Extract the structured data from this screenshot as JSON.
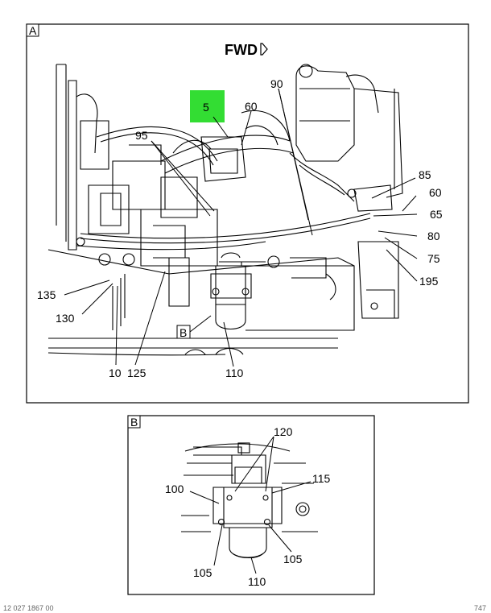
{
  "views": {
    "a": {
      "tag": "A",
      "forward_label": "FWD",
      "inset_ref": "B"
    },
    "b": {
      "tag": "B"
    }
  },
  "callouts": {
    "c5": "5",
    "c60_top": "60",
    "c90": "90",
    "c95": "95",
    "c85": "85",
    "c60_right": "60",
    "c65": "65",
    "c80": "80",
    "c75": "75",
    "c195": "195",
    "c135": "135",
    "c130": "130",
    "c10": "10",
    "c125": "125",
    "c110_a": "110",
    "c120": "120",
    "c100": "100",
    "c115": "115",
    "c105_left": "105",
    "c105_right": "105",
    "c110_b": "110"
  },
  "colors": {
    "highlight": "#33dd33",
    "line": "#000000",
    "background": "#ffffff"
  },
  "footer": {
    "left": "12 027 1867 00",
    "right": "747"
  }
}
